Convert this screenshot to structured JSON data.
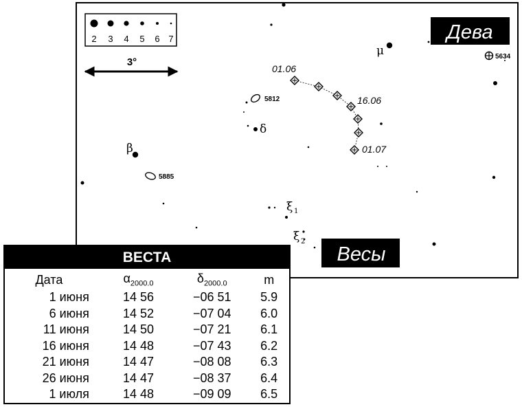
{
  "map": {
    "constellations": {
      "virgo": "Дева",
      "libra": "Весы"
    },
    "scale_label": "3°",
    "legend": {
      "magnitudes": [
        "2",
        "3",
        "4",
        "5",
        "6",
        "7"
      ]
    },
    "star_labels": {
      "mu": "μ",
      "delta": "δ",
      "beta": "β",
      "xi1": "ξ",
      "xi1_sub": "1",
      "xi2": "ξ",
      "xi2_sub": "2"
    },
    "object_labels": {
      "ngc5812": "5812",
      "ngc5885": "5885",
      "ngc5634": "5634"
    },
    "path_dates": {
      "start": "01.06",
      "mid": "16.06",
      "end": "01.07"
    }
  },
  "table": {
    "title": "ВЕСТА",
    "headers": {
      "date": "Дата",
      "ra": "α",
      "ra_sub": "2000.0",
      "dec": "δ",
      "dec_sub": "2000.0",
      "mag": "m"
    },
    "rows": [
      {
        "date": "1 июня",
        "ra": "14 56",
        "dec": "−06 51",
        "mag": "5.9"
      },
      {
        "date": "6 июня",
        "ra": "14 52",
        "dec": "−07 04",
        "mag": "6.0"
      },
      {
        "date": "11 июня",
        "ra": "14 50",
        "dec": "−07 21",
        "mag": "6.1"
      },
      {
        "date": "16 июня",
        "ra": "14 48",
        "dec": "−07 43",
        "mag": "6.2"
      },
      {
        "date": "21 июня",
        "ra": "14 47",
        "dec": "−08 08",
        "mag": "6.3"
      },
      {
        "date": "26 июня",
        "ra": "14 47",
        "dec": "−08 37",
        "mag": "6.4"
      },
      {
        "date": "1 июля",
        "ra": "14 48",
        "dec": "−09 09",
        "mag": "6.5"
      }
    ]
  }
}
